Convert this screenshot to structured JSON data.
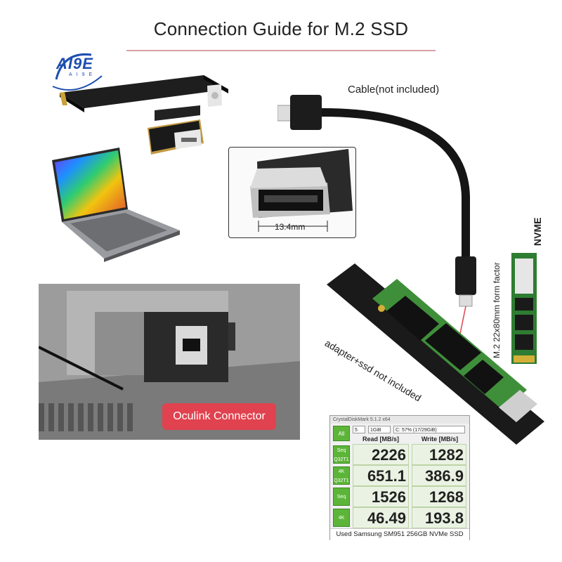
{
  "title": "Connection Guide for M.2 SSD",
  "logo": {
    "text": "AI9E",
    "subtext": "AI9E"
  },
  "labels": {
    "cable": "Cable(not included)",
    "width": "13.4mm",
    "oculink": "Oculink Connector",
    "adapter": "adapter+ssd not included",
    "form_factor": "M.2 22x80mm form factor",
    "nvme": "NVME"
  },
  "benchmark": {
    "window_title": "CrystalDiskMark 5.1.2 x64",
    "runs": "5",
    "size": "1GiB",
    "drive": "C: 57% (17/29GiB)",
    "all_button": "All",
    "headers": {
      "read": "Read [MB/s]",
      "write": "Write [MB/s]"
    },
    "rows": [
      {
        "label": "Seq Q32T1",
        "read": "2226",
        "write": "1282"
      },
      {
        "label": "4K Q32T1",
        "read": "651.1",
        "write": "386.9"
      },
      {
        "label": "Seq",
        "read": "1526",
        "write": "1268"
      },
      {
        "label": "4K",
        "read": "46.49",
        "write": "193.8"
      }
    ],
    "caption": "Used Samsung SM951 256GB NVMe SSD"
  },
  "colors": {
    "accent": "#e0424f",
    "rule": "#d9a0a8",
    "logo": "#1e4fb0",
    "pcb_green": "#3f8f3a",
    "cdm_green": "#5cb538"
  }
}
